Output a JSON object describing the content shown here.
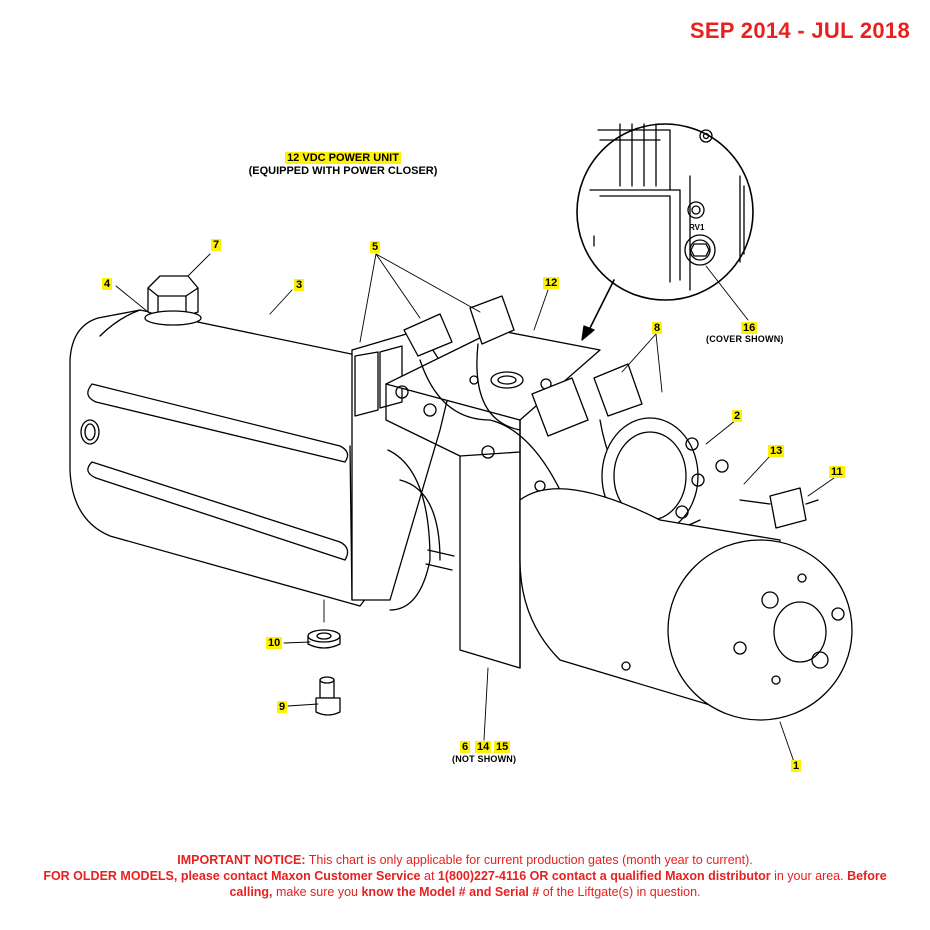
{
  "header": {
    "date_range": "SEP 2014 - JUL 2018"
  },
  "title": {
    "line1": "12 VDC POWER UNIT",
    "line2": "(EQUIPPED WITH POWER CLOSER)"
  },
  "callouts": {
    "c1": "1",
    "c2": "2",
    "c3": "3",
    "c4": "4",
    "c5": "5",
    "c6": "6",
    "c7": "7",
    "c8": "8",
    "c9": "9",
    "c10": "10",
    "c11": "11",
    "c12": "12",
    "c13": "13",
    "c14": "14",
    "c15": "15",
    "c16": "16"
  },
  "notes": {
    "not_shown": "(NOT SHOWN)",
    "cover_shown": "(COVER SHOWN)",
    "rv_label": "RV1"
  },
  "notice": {
    "lead": "IMPORTANT NOTICE:",
    "t1": " This chart is only applicable for current production gates (month year to current).",
    "older": "FOR OLDER MODELS, please contact Maxon Customer Service",
    "t2": " at ",
    "phone": "1(800)227-4116 OR contact a qualified Maxon distributor",
    "t3": " in your area",
    "t4": ". ",
    "before": "Before calling,",
    "t5": " make sure you ",
    "know": "know the Model # and Serial #",
    "t6": " of the Liftgate(s) in question."
  },
  "colors": {
    "accent_red": "#e8201f",
    "highlight": "#fff200",
    "line": "#000000"
  }
}
